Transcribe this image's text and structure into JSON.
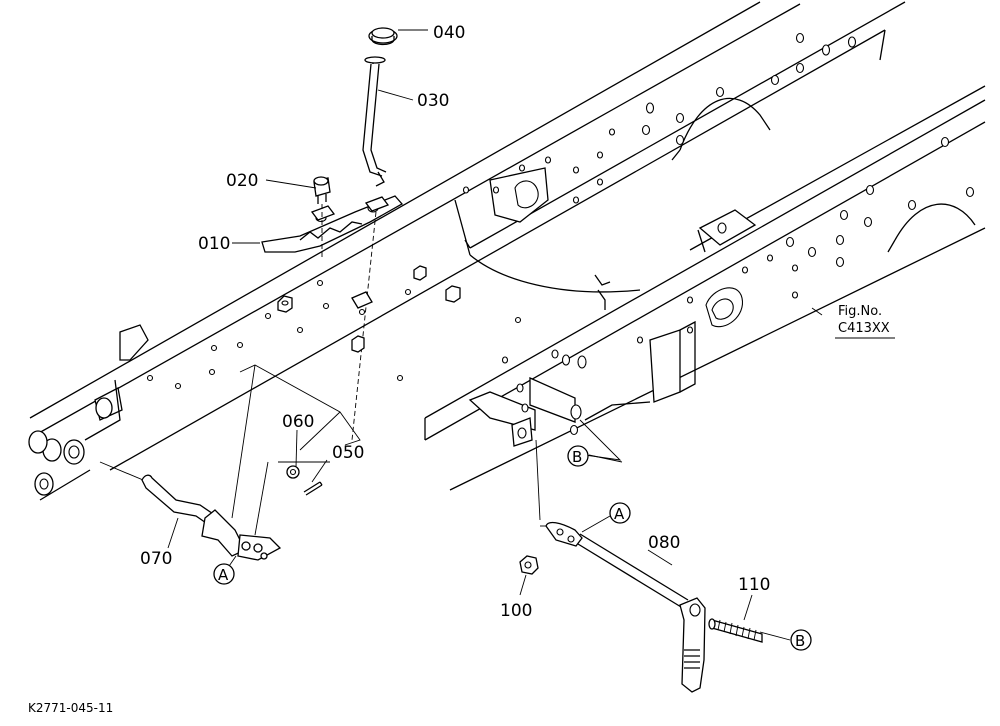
{
  "drawing_id": "K2771-045-11",
  "figure_ref": {
    "line1": "Fig.No.",
    "line2": "C413XX"
  },
  "parts": [
    {
      "id": "p010",
      "label": "010"
    },
    {
      "id": "p020",
      "label": "020"
    },
    {
      "id": "p030",
      "label": "030"
    },
    {
      "id": "p040",
      "label": "040"
    },
    {
      "id": "p050",
      "label": "050"
    },
    {
      "id": "p060",
      "label": "060"
    },
    {
      "id": "p070",
      "label": "070"
    },
    {
      "id": "p080",
      "label": "080"
    },
    {
      "id": "p100",
      "label": "100"
    },
    {
      "id": "p110",
      "label": "110"
    }
  ],
  "connection_markers": [
    {
      "id": "a1",
      "label": "A"
    },
    {
      "id": "a2",
      "label": "A"
    },
    {
      "id": "b1",
      "label": "B"
    },
    {
      "id": "b2",
      "label": "B"
    }
  ]
}
